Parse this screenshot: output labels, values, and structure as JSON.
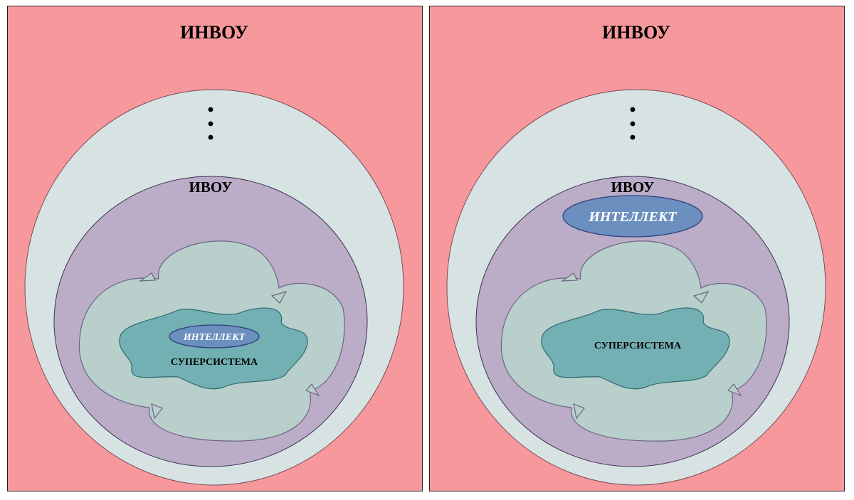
{
  "panels": [
    {
      "outer_label": "ИНВОУ",
      "middle_label": "ИВОУ",
      "core_label": "СУПЕРСИСТЕМА",
      "intellect_label": "ИНТЕЛЛЕКТ",
      "intellect_location": "inside-supersystem"
    },
    {
      "outer_label": "ИНВОУ",
      "middle_label": "ИВОУ",
      "core_label": "СУПЕРСИСТЕМА",
      "intellect_label": "ИНТЕЛЛЕКТ",
      "intellect_location": "inside-ivou-above-cloud"
    }
  ],
  "colors": {
    "outer_bg": "#f7999c",
    "outer_circle": "#d7e3e3",
    "middle_circle": "#bbadc8",
    "cloud": "#b9cfcb",
    "supersystem": "#72b0b3",
    "intellect": "#6b8fbf"
  }
}
